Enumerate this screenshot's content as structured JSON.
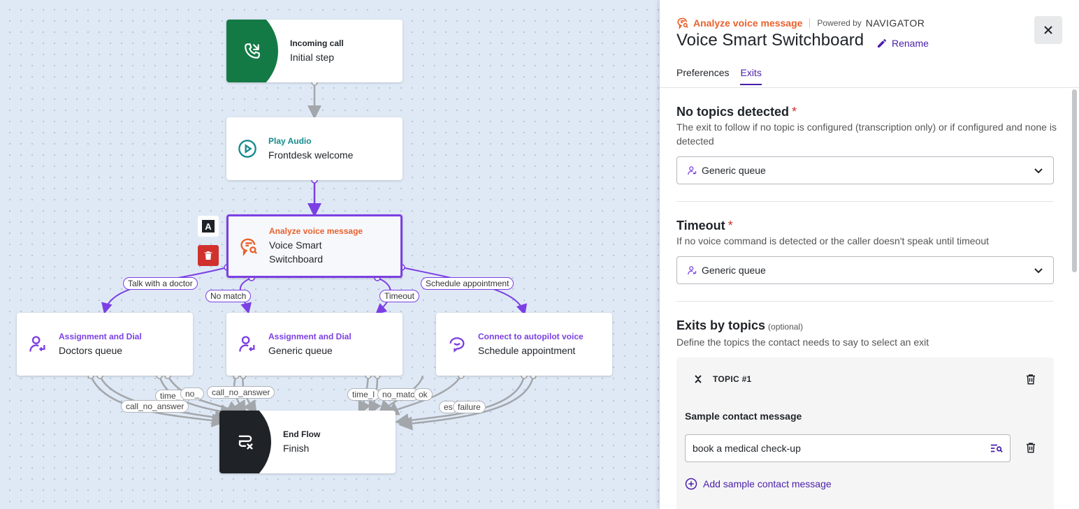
{
  "canvas": {
    "nodes": {
      "incoming": {
        "kind": "Incoming call",
        "label": "Initial step",
        "icon": "phone-incoming-icon",
        "color": "#147a45"
      },
      "play": {
        "kind": "Play Audio",
        "label": "Frontdesk welcome",
        "icon": "play-circle-icon",
        "color": "#168b8e"
      },
      "analyze": {
        "kind": "Analyze voice message",
        "label": "Voice Smart Switchboard",
        "icon": "voice-analyze-icon",
        "color": "#e8612c"
      },
      "doctors": {
        "kind": "Assignment and Dial",
        "label": "Doctors queue",
        "icon": "agent-dial-icon",
        "color": "#7b3fe4"
      },
      "generic": {
        "kind": "Assignment and Dial",
        "label": "Generic queue",
        "icon": "agent-dial-icon",
        "color": "#7b3fe4"
      },
      "autopilot": {
        "kind": "Connect to autopilot voice",
        "label": "Schedule appointment",
        "icon": "autopilot-chat-icon",
        "color": "#7b3fe4"
      },
      "end": {
        "kind": "End Flow",
        "label": "Finish",
        "icon": "end-flow-icon",
        "color": "#1f2328"
      }
    },
    "edge_labels": {
      "talk_doctor": "Talk with a doctor",
      "no_match": "No match",
      "timeout": "Timeout",
      "schedule": "Schedule appointment",
      "g_time_1": "time_",
      "g_no_1": "no_",
      "g_call_no_answer_1": "call_no_answer",
      "g_call_no_answer_2": "call_no_answer",
      "g_time_2": "time_l",
      "g_no_match_2": "no_matc",
      "g_ok": "ok",
      "g_es": "es",
      "g_failure": "failure"
    },
    "tools": {
      "annotate": "A"
    }
  },
  "panel": {
    "header_kind": "Analyze voice message",
    "powered_by": "Powered by",
    "brand": "NAVIGATOR",
    "title": "Voice Smart Switchboard",
    "rename": "Rename",
    "tabs": [
      "Preferences",
      "Exits"
    ],
    "active_tab": "Exits",
    "no_topics": {
      "title": "No topics detected",
      "required": "*",
      "desc": "The exit to follow if no topic is configured (transcription only) or if configured and none is detected",
      "value": "Generic queue"
    },
    "timeout": {
      "title": "Timeout",
      "required": "*",
      "desc": "If no voice command is detected or the caller doesn't speak until timeout",
      "value": "Generic queue"
    },
    "exits_by_topics": {
      "title": "Exits by topics",
      "optional": "(optional)",
      "desc": "Define the topics the contact needs to say to select an exit",
      "topic": {
        "label": "TOPIC #1",
        "sample_title": "Sample contact message",
        "sample_value": "book a medical check-up",
        "add_label": "Add sample contact message"
      }
    },
    "colors": {
      "accent": "#4a1fa8",
      "orange": "#e8612c",
      "danger": "#d0312d"
    }
  }
}
